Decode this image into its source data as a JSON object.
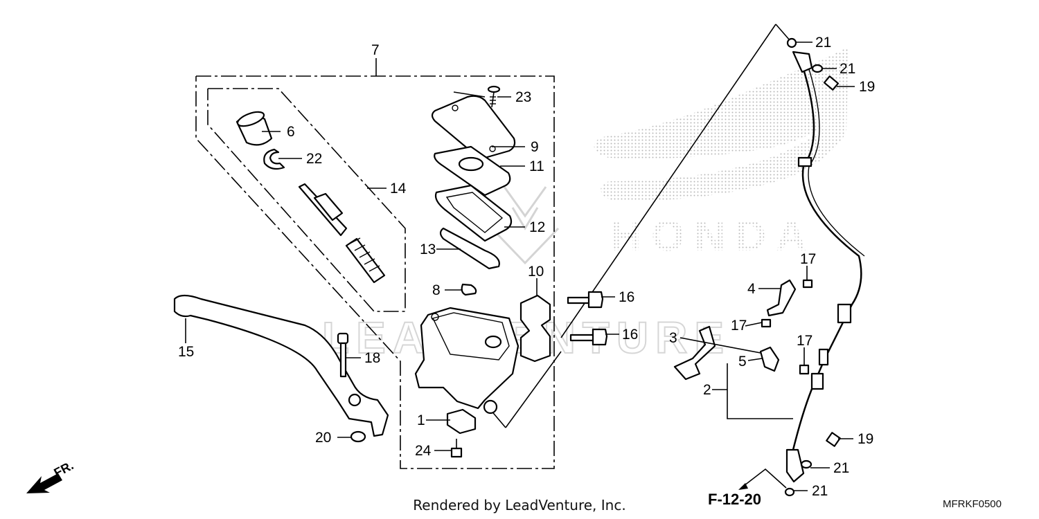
{
  "callouts": [
    {
      "id": "c7",
      "label": "7"
    },
    {
      "id": "c23",
      "label": "23"
    },
    {
      "id": "c6",
      "label": "6"
    },
    {
      "id": "c9",
      "label": "9"
    },
    {
      "id": "c22",
      "label": "22"
    },
    {
      "id": "c11",
      "label": "11"
    },
    {
      "id": "c14",
      "label": "14"
    },
    {
      "id": "c12",
      "label": "12"
    },
    {
      "id": "c13",
      "label": "13"
    },
    {
      "id": "c8",
      "label": "8"
    },
    {
      "id": "c10",
      "label": "10"
    },
    {
      "id": "c16a",
      "label": "16"
    },
    {
      "id": "c16b",
      "label": "16"
    },
    {
      "id": "c15",
      "label": "15"
    },
    {
      "id": "c18",
      "label": "18"
    },
    {
      "id": "c1",
      "label": "1"
    },
    {
      "id": "c20",
      "label": "20"
    },
    {
      "id": "c24",
      "label": "24"
    },
    {
      "id": "c21a",
      "label": "21"
    },
    {
      "id": "c21b",
      "label": "21"
    },
    {
      "id": "c19a",
      "label": "19"
    },
    {
      "id": "c17a",
      "label": "17"
    },
    {
      "id": "c4",
      "label": "4"
    },
    {
      "id": "c17b",
      "label": "17"
    },
    {
      "id": "c3",
      "label": "3"
    },
    {
      "id": "c17c",
      "label": "17"
    },
    {
      "id": "c5",
      "label": "5"
    },
    {
      "id": "c2",
      "label": "2"
    },
    {
      "id": "c19b",
      "label": "19"
    },
    {
      "id": "c21c",
      "label": "21"
    },
    {
      "id": "c21d",
      "label": "21"
    }
  ],
  "reference": "F-12-20",
  "direction": "FR.",
  "footer": "Rendered by LeadVenture, Inc.",
  "diagram_code": "MFRKF0500",
  "watermark_brand": "HONDA",
  "watermark_lead": "LEADVENTURE"
}
